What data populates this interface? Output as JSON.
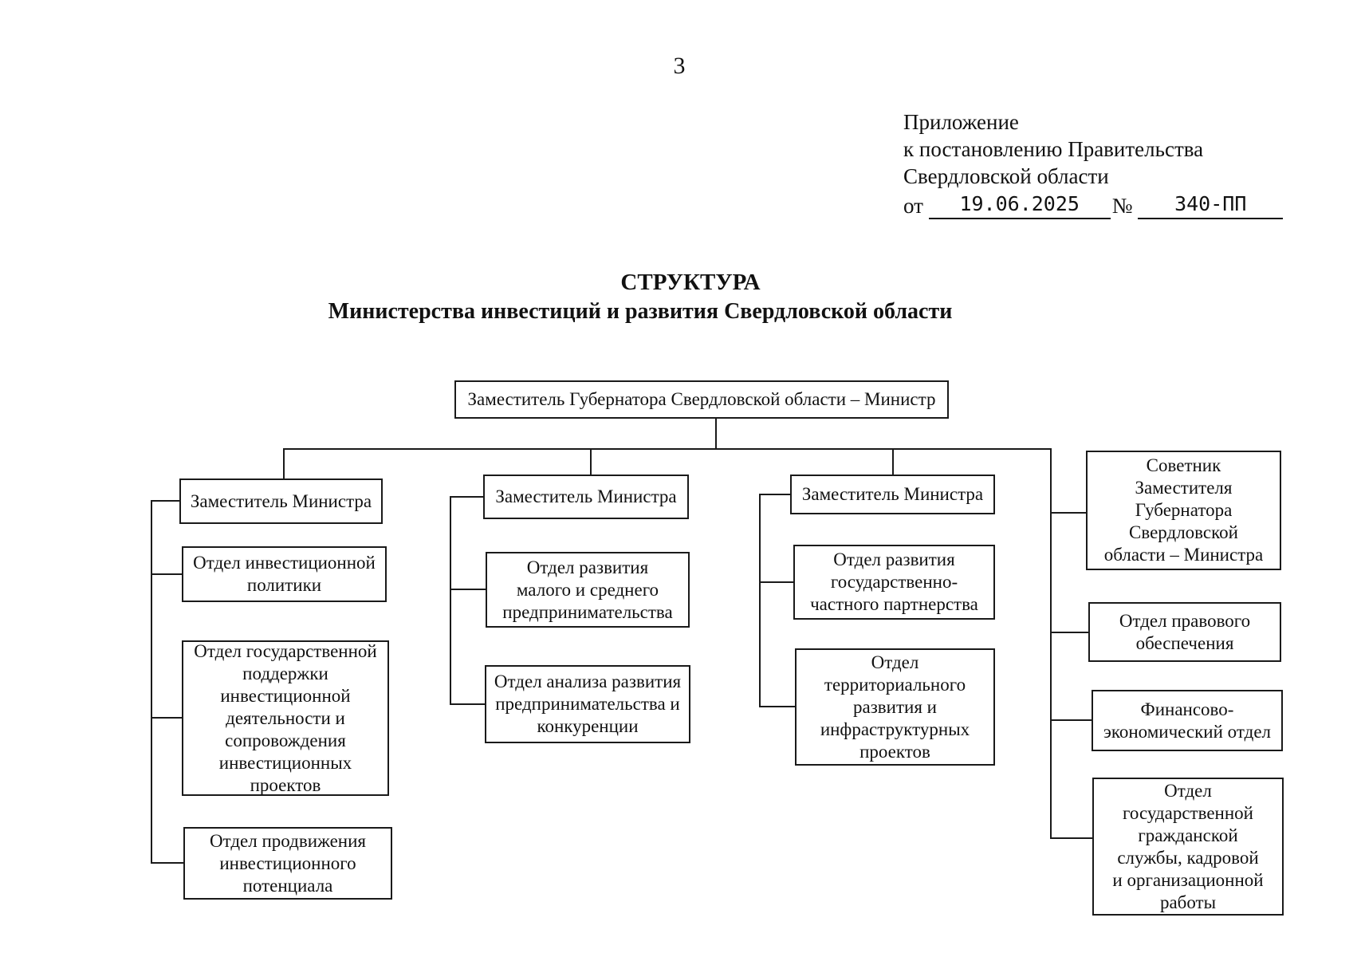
{
  "page_number": "3",
  "appendix": {
    "line1": "Приложение",
    "line2": "к постановлению Правительства",
    "line3": "Свердловской области",
    "from_label": "от",
    "date_value": "19.06.2025",
    "number_label": "№",
    "number_value": "340-ПП"
  },
  "title": {
    "line1": "СТРУКТУРА",
    "line2": "Министерства инвестиций и развития Свердловской области"
  },
  "org_chart": {
    "root_label": "Заместитель Губернатора Свердловской области – Министр",
    "boxes": [
      {
        "id": "deputy-minister-1",
        "label": "Заместитель Министра"
      },
      {
        "id": "investment-policy",
        "label": "Отдел инвестиционной\nполитики"
      },
      {
        "id": "state-support",
        "label": "Отдел государственной\nподдержки\nинвестиционной\nдеятельности и\nсопровождения\nинвестиционных\nпроектов"
      },
      {
        "id": "investment-promotion",
        "label": "Отдел продвижения\nинвестиционного\nпотенциала"
      },
      {
        "id": "deputy-minister-2",
        "label": "Заместитель Министра"
      },
      {
        "id": "sme-development",
        "label": "Отдел развития\nмалого и среднего\nпредпринимательства"
      },
      {
        "id": "entrepreneurship-analysis",
        "label": "Отдел анализа развития\nпредпринимательства и\nконкуренции"
      },
      {
        "id": "deputy-minister-3",
        "label": "Заместитель Министра"
      },
      {
        "id": "ppp-development",
        "label": "Отдел развития\nгосударственно-\nчастного партнерства"
      },
      {
        "id": "territorial-development",
        "label": "Отдел\nтерриториального\nразвития и\nинфраструктурных\nпроектов"
      },
      {
        "id": "advisor",
        "label": "Советник\nЗаместителя\nГубернатора\nСвердловской\nобласти – Министра"
      },
      {
        "id": "legal-support",
        "label": "Отдел правового\nобеспечения"
      },
      {
        "id": "financial-economic",
        "label": "Финансово-\nэкономический отдел"
      },
      {
        "id": "civil-service-hr",
        "label": "Отдел\nгосударственной\nгражданской\nслужбы, кадровой\nи организационной\nработы"
      }
    ]
  }
}
